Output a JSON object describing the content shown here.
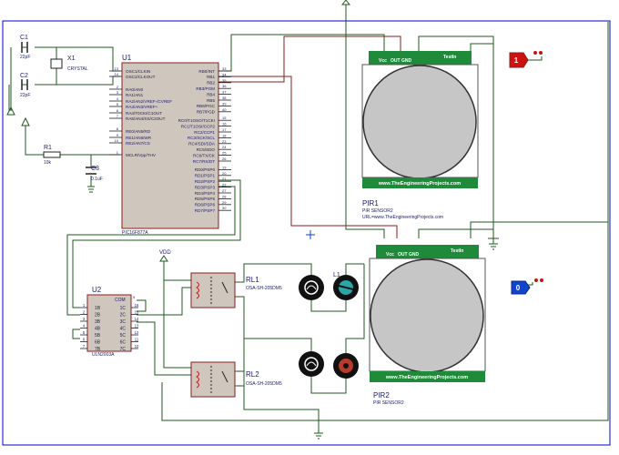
{
  "colors": {
    "wire": "#1f5a1f",
    "wire_red": "#8b1c1c",
    "chip_fill": "#cfc7bd",
    "chip_stroke": "#8b1c1c",
    "pir_green": "#1e8a3a",
    "pir_body": "#ffffff",
    "lens": "#c6c6c6",
    "border": "#0000cc",
    "pin_text": "#1a1a6a",
    "logic_high": "#cc1111",
    "logic_low": "#1144cc"
  },
  "crystal": {
    "c1": "C1",
    "c1v": "22pF",
    "c2": "C2",
    "c2v": "22pF",
    "x1": "X1",
    "x1t": "CRYSTAL"
  },
  "resistor": {
    "ref": "R1",
    "value": "10k"
  },
  "cap3": {
    "ref": "C3",
    "value": "0.1uF"
  },
  "mcu": {
    "ref": "U1",
    "part": "PIC16F877A",
    "left_pins": [
      {
        "name": "OSC1/CLKIN",
        "num": "13"
      },
      {
        "name": "OSC2/CLKOUT",
        "num": "14"
      },
      {
        "name": "RA0/AN0",
        "num": "2"
      },
      {
        "name": "RA1/AN1",
        "num": "3"
      },
      {
        "name": "RA2/AN2/VREF-/CVREF",
        "num": "4"
      },
      {
        "name": "RA3/AN3/VREF+",
        "num": "5"
      },
      {
        "name": "RA4/T0CKI/C1OUT",
        "num": "6"
      },
      {
        "name": "RA5/AN4/SS/C2OUT",
        "num": "7"
      },
      {
        "name": "RE0/AN5/RD",
        "num": "8"
      },
      {
        "name": "RE1/AN6/WR",
        "num": "9"
      },
      {
        "name": "RE2/AN7/CS",
        "num": "10"
      },
      {
        "name": "MCLR/Vpp/THV",
        "num": "1"
      }
    ],
    "right_pins": [
      {
        "name": "RB0/INT",
        "num": "33"
      },
      {
        "name": "RB1",
        "num": "34"
      },
      {
        "name": "RB2",
        "num": "35"
      },
      {
        "name": "RB3/PGM",
        "num": "36"
      },
      {
        "name": "RB4",
        "num": "37"
      },
      {
        "name": "RB5",
        "num": "38"
      },
      {
        "name": "RB6/PGC",
        "num": "39"
      },
      {
        "name": "RB7/PGD",
        "num": "40"
      },
      {
        "name": "RC0/T1OSO/T1CKI",
        "num": "15"
      },
      {
        "name": "RC1/T1OSI/CCP2",
        "num": "16"
      },
      {
        "name": "RC2/CCP1",
        "num": "17"
      },
      {
        "name": "RC3/SCK/SCL",
        "num": "18"
      },
      {
        "name": "RC4/SDI/SDA",
        "num": "23"
      },
      {
        "name": "RC5/SDO",
        "num": "24"
      },
      {
        "name": "RC6/TX/CK",
        "num": "25"
      },
      {
        "name": "RC7/RX/DT",
        "num": "26"
      },
      {
        "name": "RD0/PSP0",
        "num": "19"
      },
      {
        "name": "RD1/PSP1",
        "num": "20"
      },
      {
        "name": "RD2/PSP2",
        "num": "21"
      },
      {
        "name": "RD3/PSP3",
        "num": "22"
      },
      {
        "name": "RD4/PSP4",
        "num": "27"
      },
      {
        "name": "RD5/PSP5",
        "num": "28"
      },
      {
        "name": "RD6/PSP6",
        "num": "29"
      },
      {
        "name": "RD7/PSP7",
        "num": "30"
      }
    ]
  },
  "driver": {
    "ref": "U2",
    "part": "ULN2003A",
    "com": "COM",
    "left_pins": [
      {
        "name": "1B",
        "num": "1"
      },
      {
        "name": "2B",
        "num": "2"
      },
      {
        "name": "3B",
        "num": "3"
      },
      {
        "name": "4B",
        "num": "4"
      },
      {
        "name": "5B",
        "num": "5"
      },
      {
        "name": "6B",
        "num": "6"
      },
      {
        "name": "7B",
        "num": "7"
      }
    ],
    "right_pins": [
      {
        "name": "1C",
        "num": "16"
      },
      {
        "name": "2C",
        "num": "15"
      },
      {
        "name": "3C",
        "num": "14"
      },
      {
        "name": "4C",
        "num": "13"
      },
      {
        "name": "5C",
        "num": "12"
      },
      {
        "name": "6C",
        "num": "11"
      },
      {
        "name": "7C",
        "num": "10"
      }
    ],
    "com_num": "9"
  },
  "vdd_label": "VDD",
  "relay1": {
    "ref": "RL1",
    "part": "OSA-SH-205DM5"
  },
  "relay2": {
    "ref": "RL2",
    "part": "OSA-SH-205DM5"
  },
  "lamp_label": "L1",
  "pir1": {
    "ref": "PIR1",
    "part": "PIR SENSOR2",
    "url": "URL=www.TheEngineeringProjects.com",
    "pins": [
      "Vcc",
      "OUT",
      "GND"
    ],
    "testin": "TestIn",
    "website": "www.TheEngineeringProjects.com",
    "logic": "1"
  },
  "pir2": {
    "ref": "PIR2",
    "part": "PIR SENSOR2",
    "pins": [
      "Vcc",
      "OUT",
      "GND"
    ],
    "testin": "TestIn",
    "website": "www.TheEngineeringProjects.com",
    "logic": "0"
  }
}
